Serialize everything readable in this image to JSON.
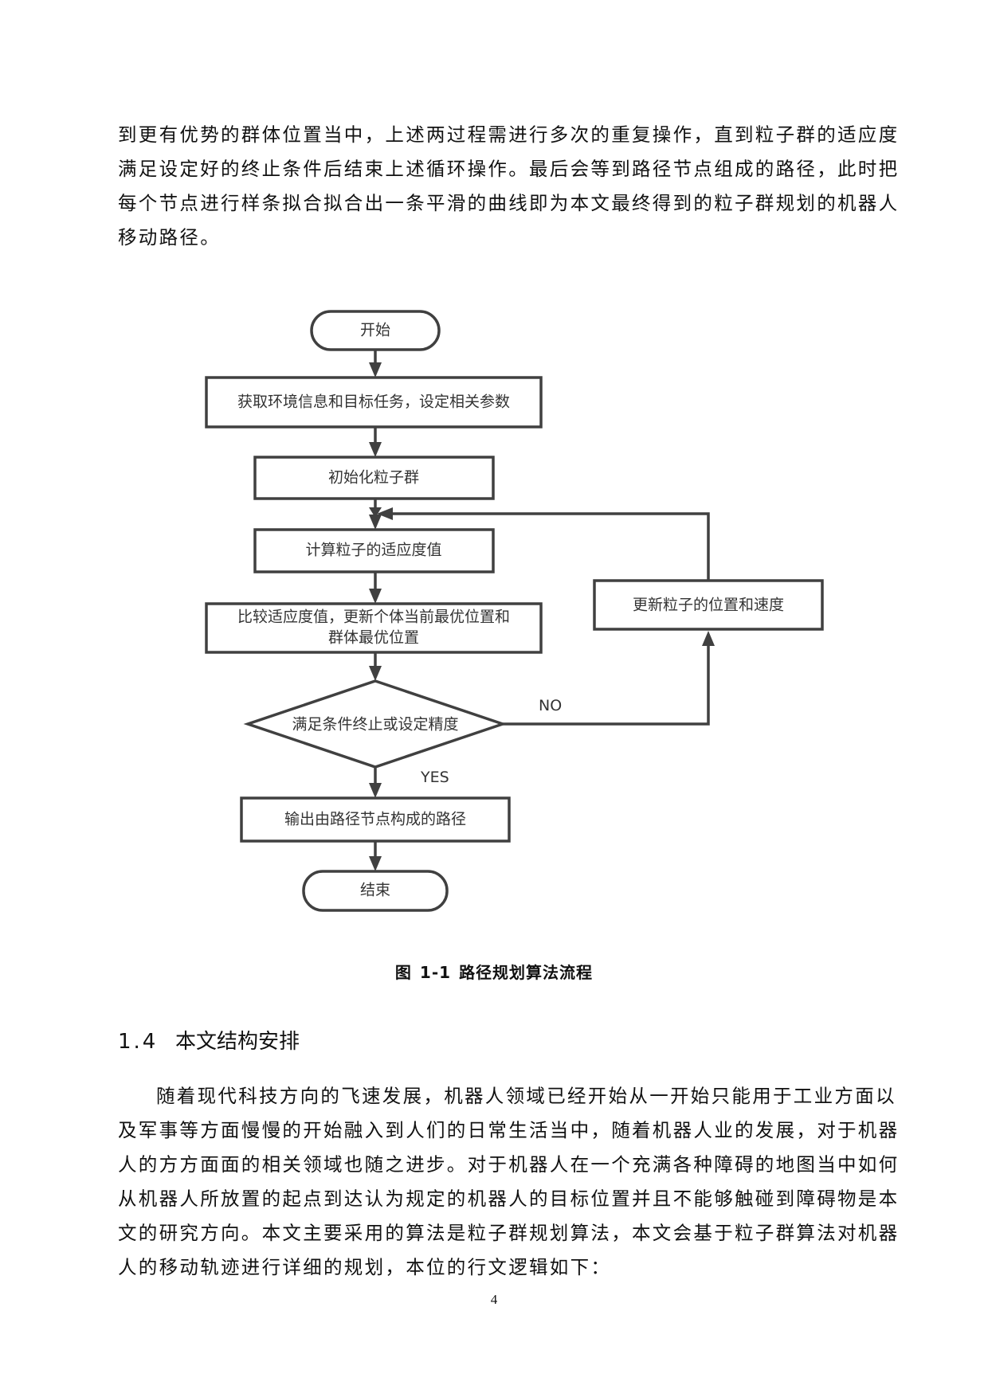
{
  "paragraph_top": {
    "lines": [
      "到更有优势的群体位置当中，上述两过程需进行多次的重复操作，直到粒子群的适应度",
      "满足设定好的终止条件后结束上述循环操作。最后会等到路径节点组成的路径，此时把",
      "每个节点进行样条拟合拟合出一条平滑的曲线即为本文最终得到的粒子群规划的机器人",
      "移动路径。"
    ]
  },
  "flowchart": {
    "nodes": {
      "start": "开始",
      "get_env": "获取环境信息和目标任务，设定相关参数",
      "init_swarm": "初始化粒子群",
      "calc_fitness": "计算粒子的适应度值",
      "compare_line1": "比较适应度值，更新个体当前最优位置和",
      "compare_line2": "群体最优位置",
      "decision": "满足条件终止或设定精度",
      "update": "更新粒子的位置和速度",
      "output": "输出由路径节点构成的路径",
      "end": "结束"
    },
    "edge_labels": {
      "no": "NO",
      "yes": "YES"
    },
    "stroke_color": "#404040"
  },
  "caption": {
    "prefix": "图",
    "number": "1-1",
    "title": "路径规划算法流程"
  },
  "section": {
    "number": "1.4",
    "title": "本文结构安排"
  },
  "paragraph_bottom": {
    "lines": [
      "随着现代科技方向的飞速发展，机器人领域已经开始从一开始只能用于工业方面以",
      "及军事等方面慢慢的开始融入到人们的日常生活当中，随着机器人业的发展，对于机器",
      "人的方方面面的相关领域也随之进步。对于机器人在一个充满各种障碍的地图当中如何",
      "从机器人所放置的起点到达认为规定的机器人的目标位置并且不能够触碰到障碍物是本",
      "文的研究方向。本文主要采用的算法是粒子群规划算法，本文会基于粒子群算法对机器",
      "人的移动轨迹进行详细的规划，本位的行文逻辑如下："
    ]
  },
  "page_number": "4"
}
